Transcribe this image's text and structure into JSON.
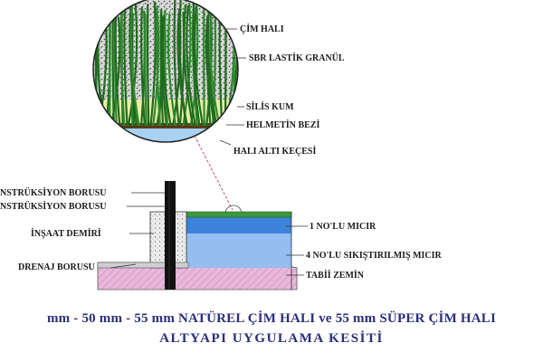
{
  "labels": {
    "cim_hali": "ÇİM HALI",
    "sbr": "SBR LASTİK GRANÜL",
    "silis": "SİLİS KUM",
    "helmetin": "HELMETİN BEZİ",
    "hali_alti": "HALI ALTI KEÇESİ",
    "konst_1": "NSTRÜKSİYON BORUSU",
    "konst_2": "NSTRÜKSİYON BORUSU",
    "insaat": "İNŞAAT DEMİRİ",
    "drenaj": "DRENAJ BORUSU",
    "micir1": "1 NO'LU MICIR",
    "micir4": "4 NO'LU SIKIŞTIRILMIŞ MICIR",
    "tabii": "TABİİ ZEMİN"
  },
  "caption": {
    "line1": "mm - 50 mm - 55 mm NATÜREL ÇİM HALI ve 55 mm SÜPER ÇİM HALI",
    "line2": "ALTYAPI UYGULAMA KESİTİ"
  },
  "colors": {
    "grass": "#1f6b1f",
    "granule": "#8a8a8a",
    "sand": "#e8eca0",
    "felt": "#9ec9f0",
    "gravel1": "#3b7fd9",
    "gravel4": "#8fb9ef",
    "soil": "#e2a9d0",
    "caption": "#2a2e7a"
  }
}
